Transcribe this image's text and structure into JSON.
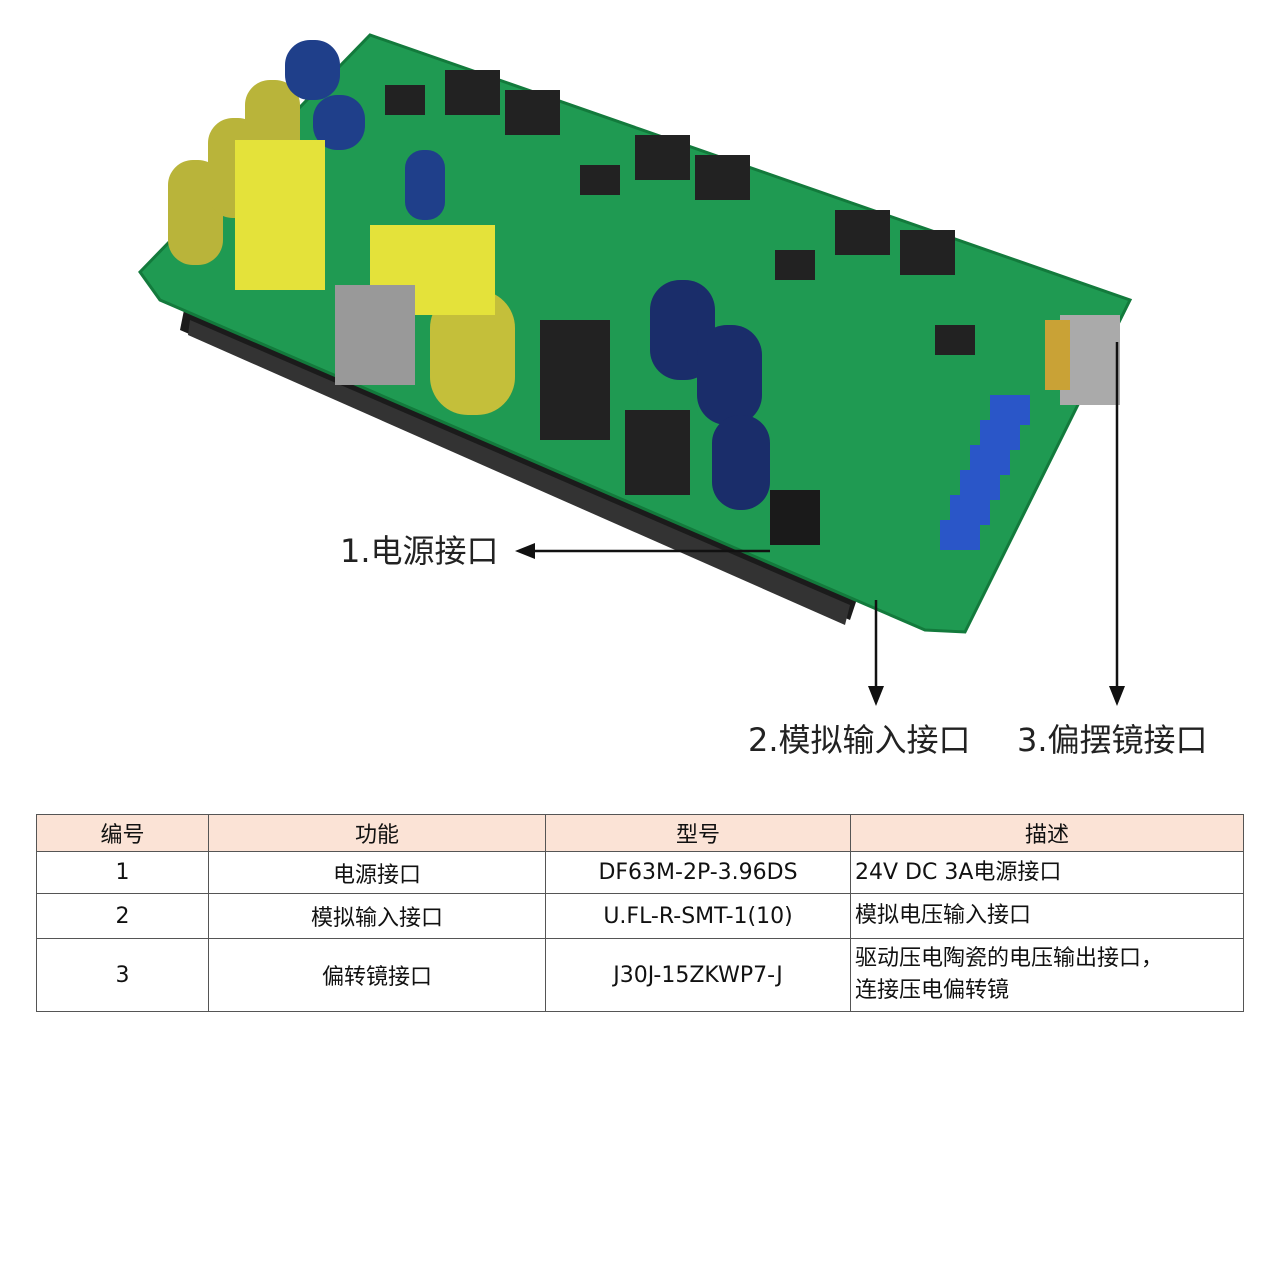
{
  "callouts": [
    {
      "label": "1.电源接口"
    },
    {
      "label": "2.模拟输入接口"
    },
    {
      "label": "3.偏摆镜接口"
    }
  ],
  "colors": {
    "board": "#1f9a52",
    "heatsink": "#1b1b1b",
    "header_bg": "#fbe3d6"
  },
  "table": {
    "headers": [
      "编号",
      "功能",
      "型号",
      "描述"
    ],
    "rows": [
      {
        "no": "1",
        "function": "电源接口",
        "model": "DF63M-2P-3.96DS",
        "desc_lines": [
          "24V DC 3A电源接口"
        ]
      },
      {
        "no": "2",
        "function": "模拟输入接口",
        "model": "U.FL-R-SMT-1(10)",
        "desc_lines": [
          "模拟电压输入接口"
        ]
      },
      {
        "no": "3",
        "function": "偏转镜接口",
        "model": "J30J-15ZKWP7-J",
        "desc_lines": [
          "驱动压电陶瓷的电压输出接口，",
          "连接压电偏转镜"
        ]
      }
    ]
  }
}
